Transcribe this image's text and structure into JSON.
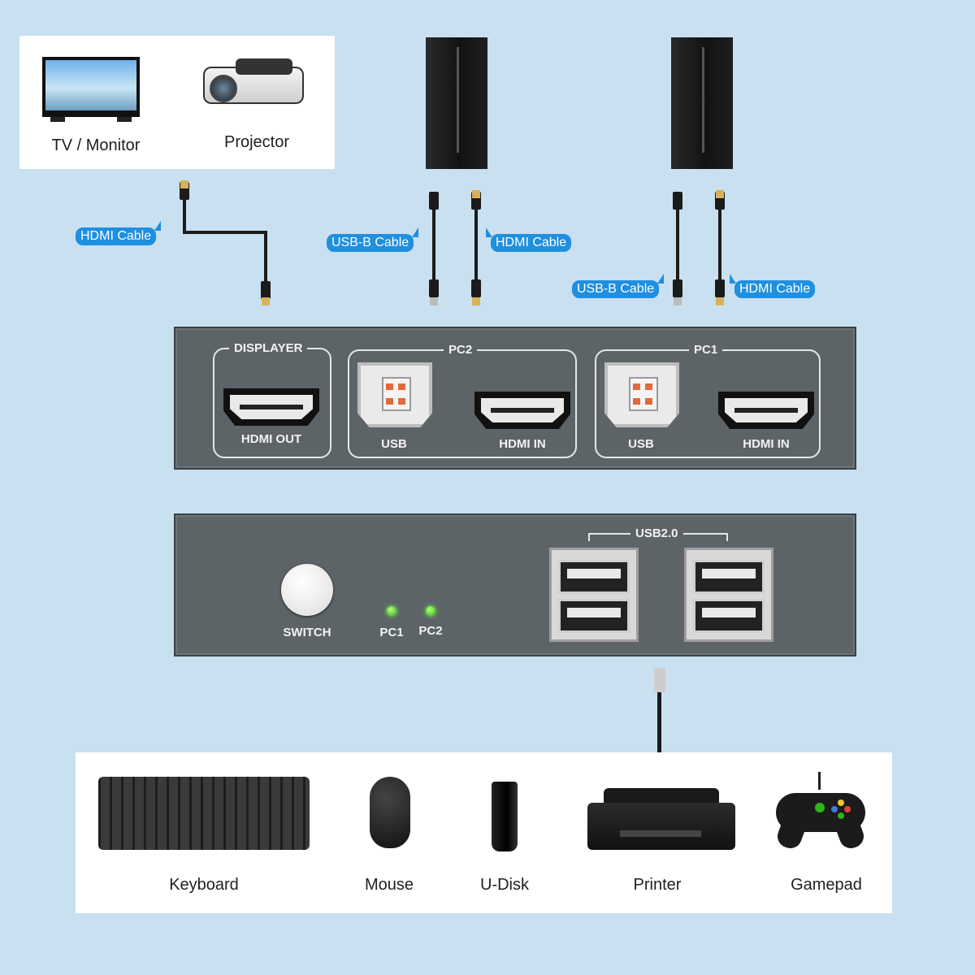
{
  "displays": {
    "tv_label": "TV / Monitor",
    "projector_label": "Projector"
  },
  "callouts": {
    "hdmi_display": "HDMI Cable",
    "pc2_usb": "USB-B Cable",
    "pc2_hdmi": "HDMI Cable",
    "pc1_usb": "USB-B Cable",
    "pc1_hdmi": "HDMI Cable"
  },
  "back_panel": {
    "displayer_title": "DISPLAYER",
    "hdmi_out": "HDMI OUT",
    "pc2_title": "PC2",
    "pc1_title": "PC1",
    "usb": "USB",
    "hdmi_in": "HDMI IN"
  },
  "front_panel": {
    "switch": "SWITCH",
    "led_pc1": "PC1",
    "led_pc2": "PC2",
    "usb_title": "USB2.0"
  },
  "peripherals": {
    "keyboard": "Keyboard",
    "mouse": "Mouse",
    "udisk": "U-Disk",
    "printer": "Printer",
    "gamepad": "Gamepad"
  },
  "colors": {
    "background": "#c9e0f1",
    "callout": "#1f8fe0",
    "device": "#5d6467",
    "led": "#2fb31d"
  }
}
